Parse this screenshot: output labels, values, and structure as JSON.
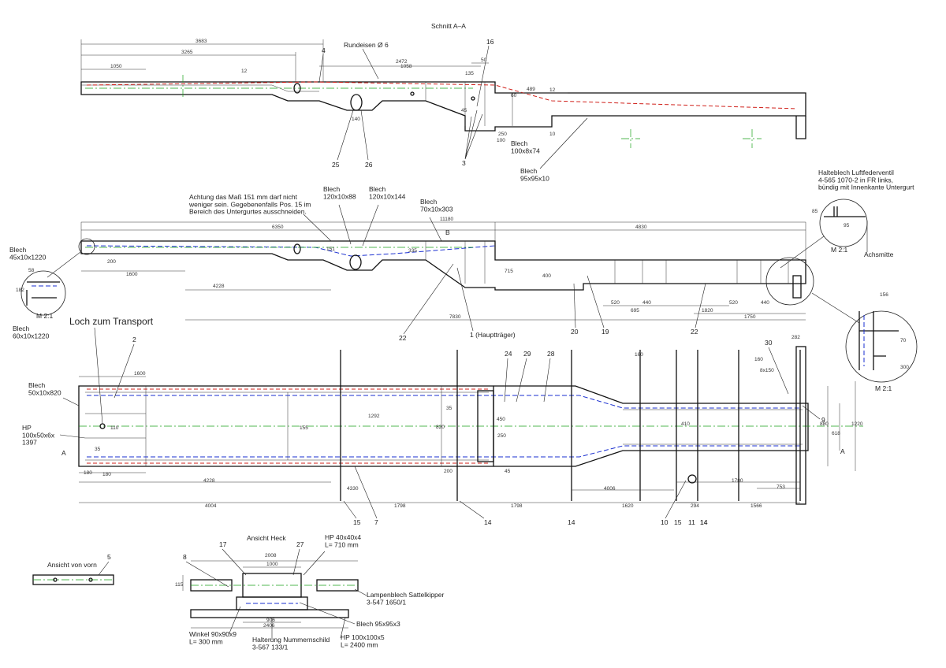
{
  "section_title": "Schnitt A–A",
  "top_view": {
    "dims": [
      "3683",
      "3265",
      "1050",
      "12",
      "2472",
      "1058",
      "50",
      "135",
      "45",
      "60",
      "489",
      "12",
      "140",
      "100",
      "250",
      "10"
    ],
    "labels": {
      "rundeisen": "Rundeisen Ø 6",
      "blech_100": "Blech\n100x8x74",
      "blech_95": "Blech\n95x95x10"
    },
    "callouts": [
      "4",
      "16",
      "25",
      "26",
      "3"
    ]
  },
  "middle_view": {
    "note": "Achtung das Maß 151 mm darf nicht\nweniger sein. Gegebenenfalls Pos. 15 im\nBereich des Untergurtes ausschneiden.",
    "blech_120_88": "Blech\n120x10x88",
    "blech_120_144": "Blech\n120x10x144",
    "blech_70": "Blech\n70x10x303",
    "blech_45": "Blech\n45x10x1220",
    "blech_60": "Blech\n60x10x1220",
    "halteblech": "Halteblech Luftfederventil\n4-565 1070-2 in FR links,\nbündig mit Innenkante Untergurt",
    "achsmitte": "Achsmitte",
    "scale_a": "M 2:1",
    "scale_b": "M 2:1",
    "scale_c": "M 2:1",
    "haupttraeger": "1 (Hauptträger)",
    "dims": [
      "6350",
      "11180",
      "4830",
      "200",
      "1600",
      "4228",
      "151",
      "335",
      "400",
      "715",
      "7830",
      "520",
      "440",
      "695",
      "1820",
      "1750",
      "520",
      "440",
      "85",
      "95",
      "156",
      "70",
      "300",
      "58",
      "182"
    ],
    "callouts": [
      "22",
      "20",
      "19",
      "22"
    ],
    "section_mark": "B"
  },
  "plan_view": {
    "transport": "Loch zum Transport",
    "blech_50": "Blech\n50x10x820",
    "hp_100": "HP\n100x50x6x\n1397",
    "section_mark": "A",
    "dims": [
      "1600",
      "4004",
      "4228",
      "4330",
      "1798",
      "1798",
      "4006",
      "1620",
      "1780",
      "753",
      "1566",
      "294",
      "160",
      "160",
      "8x150",
      "282",
      "880",
      "1220",
      "618",
      "410",
      "820",
      "1292",
      "35",
      "200",
      "250",
      "450",
      "45",
      "180",
      "110",
      "180",
      "155",
      "35"
    ],
    "callouts": [
      "2",
      "24",
      "29",
      "28",
      "30",
      "9",
      "15",
      "7",
      "14",
      "14",
      "14",
      "10",
      "15",
      "11",
      "14"
    ]
  },
  "front_view": {
    "title": "Ansicht von vorn",
    "callout": "5"
  },
  "rear_view": {
    "title": "Ansicht Heck",
    "hp_40": "HP 40x40x4\nL= 710 mm",
    "lampenblech": "Lampenblech Sattelkipper\n3-547 1650/1",
    "blech_95": "Blech 95x95x3",
    "hp_100": "HP 100x100x5\nL= 2400 mm",
    "winkel": "Winkel 90x90x9\nL= 300 mm",
    "halterung": "Halterung Nummernschild\n3-567 133/1",
    "dims": [
      "2008",
      "1000",
      "115",
      "906",
      "2406"
    ],
    "callouts": [
      "8",
      "17",
      "27"
    ]
  },
  "colors": {
    "line": "#111111",
    "center_line": "#1aa01a",
    "hidden_red": "#d0201a",
    "hidden_blue": "#1a2fd0"
  }
}
